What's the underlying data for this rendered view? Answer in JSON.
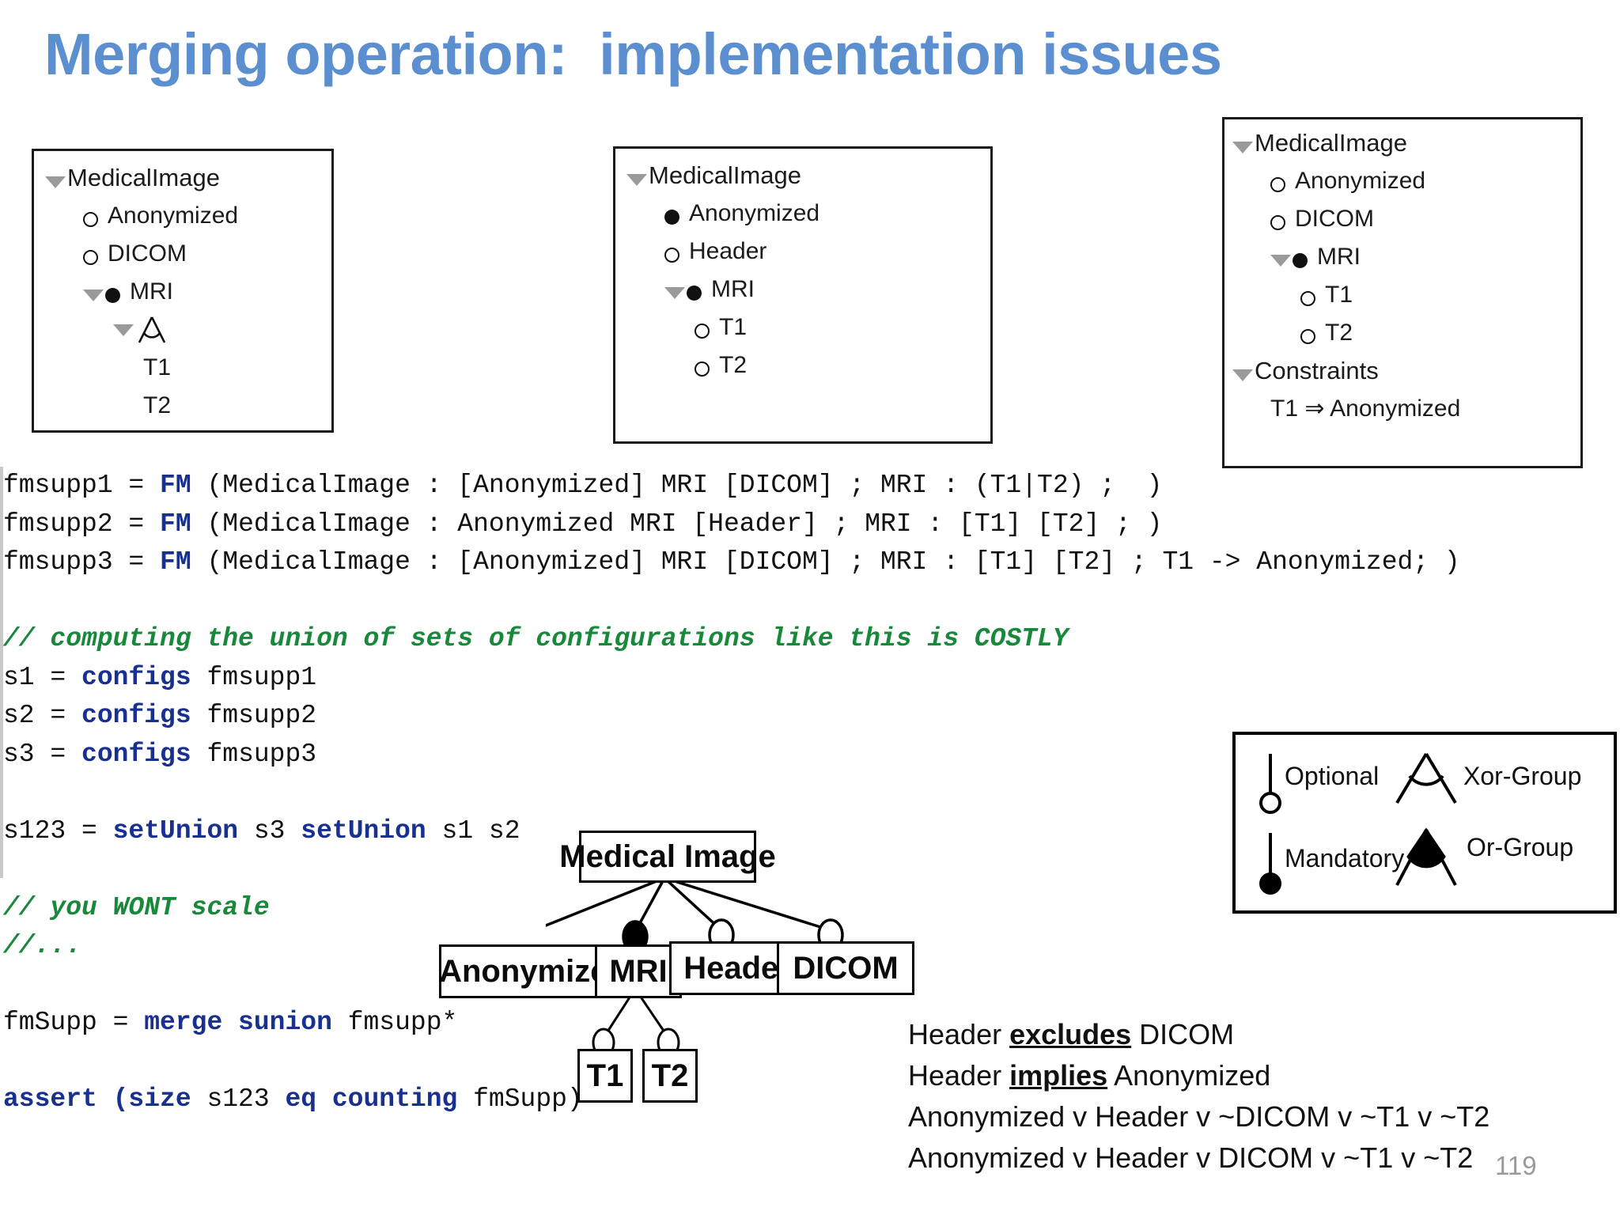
{
  "slide": {
    "title": "Merging operation:  implementation issues",
    "title_color": "#5b8fd0",
    "page_number": "119"
  },
  "trees": [
    {
      "name": "tree-fmsupp1",
      "rows": [
        {
          "label": "MedicalImage",
          "marker": "twisty",
          "indent": 0,
          "kind": "root"
        },
        {
          "label": "Anonymized",
          "marker": "optional",
          "indent": 1
        },
        {
          "label": "DICOM",
          "marker": "optional",
          "indent": 1
        },
        {
          "label": "MRI",
          "marker": "mandatory",
          "indent": 1,
          "twisty": true
        },
        {
          "label": "",
          "marker": "xor-group",
          "indent": 2,
          "twisty": true
        },
        {
          "label": "T1",
          "marker": "none",
          "indent": 3
        },
        {
          "label": "T2",
          "marker": "none",
          "indent": 3
        }
      ]
    },
    {
      "name": "tree-fmsupp2",
      "rows": [
        {
          "label": "MedicalImage",
          "marker": "twisty",
          "indent": 0,
          "kind": "root"
        },
        {
          "label": "Anonymized",
          "marker": "mandatory",
          "indent": 1
        },
        {
          "label": "Header",
          "marker": "optional",
          "indent": 1
        },
        {
          "label": "MRI",
          "marker": "mandatory",
          "indent": 1,
          "twisty": true
        },
        {
          "label": "T1",
          "marker": "optional",
          "indent": 2
        },
        {
          "label": "T2",
          "marker": "optional",
          "indent": 2
        }
      ]
    },
    {
      "name": "tree-fmsupp3",
      "rows": [
        {
          "label": "MedicalImage",
          "marker": "twisty",
          "indent": 0,
          "kind": "root"
        },
        {
          "label": "Anonymized",
          "marker": "optional",
          "indent": 1
        },
        {
          "label": "DICOM",
          "marker": "optional",
          "indent": 1
        },
        {
          "label": "MRI",
          "marker": "mandatory",
          "indent": 1,
          "twisty": true
        },
        {
          "label": "T1",
          "marker": "optional",
          "indent": 2
        },
        {
          "label": "T2",
          "marker": "optional",
          "indent": 2
        },
        {
          "label": "Constraints",
          "marker": "twisty",
          "indent": 0,
          "kind": "root"
        },
        {
          "label": "T1 ⇒ Anonymized",
          "marker": "none",
          "indent": 1
        }
      ]
    }
  ],
  "code": {
    "keyword_color": "#18308f",
    "comment_color": "#18883a",
    "lines": [
      {
        "segments": [
          {
            "t": "fmsupp1 = ",
            "s": "plain"
          },
          {
            "t": "FM",
            "s": "kw"
          },
          {
            "t": " (MedicalImage : [Anonymized] MRI [DICOM] ; MRI : (T1|T2) ;  )",
            "s": "plain"
          }
        ]
      },
      {
        "segments": [
          {
            "t": "fmsupp2 = ",
            "s": "plain"
          },
          {
            "t": "FM",
            "s": "kw"
          },
          {
            "t": " (MedicalImage : Anonymized MRI [Header] ; MRI : [T1] [T2] ; )",
            "s": "plain"
          }
        ]
      },
      {
        "segments": [
          {
            "t": "fmsupp3 = ",
            "s": "plain"
          },
          {
            "t": "FM",
            "s": "kw"
          },
          {
            "t": " (MedicalImage : [Anonymized] MRI [DICOM] ; MRI : [T1] [T2] ; T1 -> Anonymized; )",
            "s": "plain"
          }
        ]
      },
      {
        "segments": [
          {
            "t": "",
            "s": "plain"
          }
        ]
      },
      {
        "segments": [
          {
            "t": "// computing the union of sets of configurations like this is COSTLY",
            "s": "cm"
          }
        ]
      },
      {
        "segments": [
          {
            "t": "s1 = ",
            "s": "plain"
          },
          {
            "t": "configs",
            "s": "kw"
          },
          {
            "t": " fmsupp1",
            "s": "plain"
          }
        ]
      },
      {
        "segments": [
          {
            "t": "s2 = ",
            "s": "plain"
          },
          {
            "t": "configs",
            "s": "kw"
          },
          {
            "t": " fmsupp2",
            "s": "plain"
          }
        ]
      },
      {
        "segments": [
          {
            "t": "s3 = ",
            "s": "plain"
          },
          {
            "t": "configs",
            "s": "kw"
          },
          {
            "t": " fmsupp3",
            "s": "plain"
          }
        ]
      },
      {
        "segments": [
          {
            "t": "",
            "s": "plain"
          }
        ]
      },
      {
        "segments": [
          {
            "t": "s123 = ",
            "s": "plain"
          },
          {
            "t": "setUnion",
            "s": "kw"
          },
          {
            "t": " s3 ",
            "s": "plain"
          },
          {
            "t": "setUnion",
            "s": "kw"
          },
          {
            "t": " s1 s2",
            "s": "plain"
          }
        ]
      },
      {
        "segments": [
          {
            "t": "",
            "s": "plain"
          }
        ]
      },
      {
        "segments": [
          {
            "t": "// you WONT scale",
            "s": "cm"
          }
        ]
      },
      {
        "segments": [
          {
            "t": "//...",
            "s": "cm"
          }
        ]
      },
      {
        "segments": [
          {
            "t": "",
            "s": "plain"
          }
        ]
      },
      {
        "segments": [
          {
            "t": "fmSupp = ",
            "s": "plain"
          },
          {
            "t": "merge sunion",
            "s": "kw"
          },
          {
            "t": " fmsupp*",
            "s": "plain"
          }
        ]
      },
      {
        "segments": [
          {
            "t": "",
            "s": "plain"
          }
        ]
      },
      {
        "segments": [
          {
            "t": "assert (size",
            "s": "kw"
          },
          {
            "t": " s123 ",
            "s": "plain"
          },
          {
            "t": "eq counting",
            "s": "kw"
          },
          {
            "t": " fmSupp)",
            "s": "plain"
          }
        ]
      }
    ]
  },
  "legend": {
    "items": [
      {
        "icon": "optional-circle-icon",
        "label": "Optional"
      },
      {
        "icon": "xor-group-icon",
        "label": "Xor-Group"
      },
      {
        "icon": "mandatory-dot-icon",
        "label": "Mandatory"
      },
      {
        "icon": "or-group-icon",
        "label": "Or-Group"
      }
    ]
  },
  "feature_diagram": {
    "root": "Medical Image",
    "children": [
      {
        "label": "Anonymized",
        "marker": "optional"
      },
      {
        "label": "MRI",
        "marker": "mandatory"
      },
      {
        "label": "Header",
        "marker": "optional"
      },
      {
        "label": "DICOM",
        "marker": "optional"
      }
    ],
    "mri_children": [
      {
        "label": "T1",
        "marker": "optional"
      },
      {
        "label": "T2",
        "marker": "optional"
      }
    ]
  },
  "constraints": [
    {
      "pre": "Header ",
      "em": "excludes",
      "post": " DICOM"
    },
    {
      "pre": "Header ",
      "em": "implies",
      "post": " Anonymized"
    },
    {
      "pre": "Anonymized v Header v ~DICOM v ~T1 v ~T2",
      "em": "",
      "post": ""
    },
    {
      "pre": "Anonymized v Header v DICOM v ~T1 v ~T2",
      "em": "",
      "post": ""
    }
  ]
}
